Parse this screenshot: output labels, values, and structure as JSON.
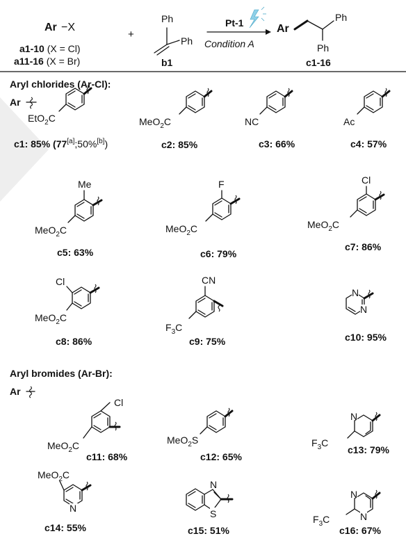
{
  "scheme": {
    "reactant_a": "Ar",
    "reactant_a_suffix": "−X",
    "a1_range": "a1-10",
    "a1_condition": " (X = Cl)",
    "a11_range": "a11-16",
    "a11_condition": " (X = Br)",
    "plus": "+",
    "b1_ph1": "Ph",
    "b1_ph2": "Ph",
    "b1_label": "b1",
    "catalyst": "Pt-1",
    "condition": "Condition A",
    "product_ar": "Ar",
    "product_ph1": "Ph",
    "product_ph2": "Ph",
    "product_label": "c1-16"
  },
  "sections": {
    "chlorides_title": "Aryl chlorides (Ar-Cl):",
    "bromides_title": "Aryl bromides (Ar-Br):",
    "ar_label": "Ar"
  },
  "compounds": {
    "c1": {
      "id": "c1",
      "yield": ": 85% (77",
      "sup1": "[a]",
      "mid": ";50%",
      "sup2": "[b]",
      "end": ")",
      "sub": "EtO",
      "sub2": "2",
      "sub3": "C"
    },
    "c2": {
      "id": "c2",
      "yield": ": 85%",
      "sub": "MeO",
      "sub2": "2",
      "sub3": "C"
    },
    "c3": {
      "id": "c3",
      "yield": ": 66%",
      "sub": "NC"
    },
    "c4": {
      "id": "c4",
      "yield": ": 57%",
      "sub": "Ac"
    },
    "c5": {
      "id": "c5",
      "yield": ": 63%",
      "sub": "MeO",
      "sub2": "2",
      "sub3": "C",
      "sub_b": "Me"
    },
    "c6": {
      "id": "c6",
      "yield": ": 79%",
      "sub": "MeO",
      "sub2": "2",
      "sub3": "C",
      "sub_b": "F"
    },
    "c7": {
      "id": "c7",
      "yield": ": 86%",
      "sub": "MeO",
      "sub2": "2",
      "sub3": "C",
      "sub_b": "Cl"
    },
    "c8": {
      "id": "c8",
      "yield": ": 86%",
      "sub": "MeO",
      "sub2": "2",
      "sub3": "C",
      "sub_b": "Cl"
    },
    "c9": {
      "id": "c9",
      "yield": ": 75%",
      "sub": "F",
      "sub2": "3",
      "sub3": "C",
      "sub_b": "CN"
    },
    "c10": {
      "id": "c10",
      "yield": ": 95%",
      "n1": "N",
      "n2": "N"
    },
    "c11": {
      "id": "c11",
      "yield": ": 68%",
      "sub": "MeO",
      "sub2": "2",
      "sub3": "C",
      "sub_b": "Cl"
    },
    "c12": {
      "id": "c12",
      "yield": ": 65%",
      "sub": "MeO",
      "sub2": "2",
      "sub3": "S"
    },
    "c13": {
      "id": "c13",
      "yield": ": 79%",
      "sub": "F",
      "sub2": "3",
      "sub3": "C",
      "n1": "N"
    },
    "c14": {
      "id": "c14",
      "yield": ": 55%",
      "sub": "MeO",
      "sub2": "2",
      "sub3": "C",
      "n1": "N"
    },
    "c15": {
      "id": "c15",
      "yield": ": 51%",
      "n1": "N",
      "s1": "S"
    },
    "c16": {
      "id": "c16",
      "yield": ": 67%",
      "sub": "F",
      "sub2": "3",
      "sub3": "C",
      "n1": "N",
      "n2": "N"
    }
  },
  "colors": {
    "ink": "#111111",
    "lightning": "#8fd0e8",
    "watermark": "#e6e6e6"
  }
}
